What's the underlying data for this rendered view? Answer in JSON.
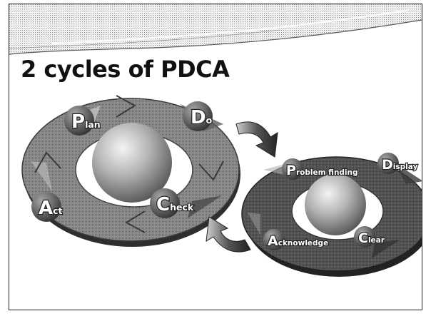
{
  "slide": {
    "title": "2 cycles of PDCA"
  },
  "cycle_pdca": {
    "plan": {
      "first": "P",
      "rest": "lan"
    },
    "do": {
      "first": "D",
      "rest": "o"
    },
    "check": {
      "first": "C",
      "rest": "heck"
    },
    "act": {
      "first": "A",
      "rest": "ct"
    }
  },
  "cycle_pdca2": {
    "problem_finding": {
      "first": "P",
      "rest": "roblem finding"
    },
    "display": {
      "first": "D",
      "rest": "isplay"
    },
    "clear": {
      "first": "C",
      "rest": "lear"
    },
    "acknowledge": {
      "first": "A",
      "rest": "cknowledge"
    }
  }
}
